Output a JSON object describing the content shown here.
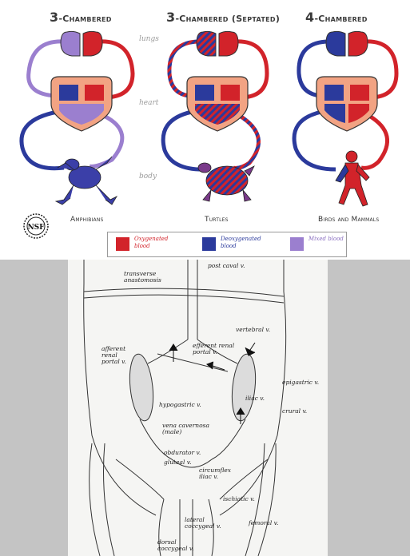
{
  "top_diagram": {
    "columns": [
      {
        "number": "3",
        "title": "-Chambered",
        "caption": "Amphibians"
      },
      {
        "number": "3",
        "title": "-Chambered (Septated)",
        "caption": "Turtles"
      },
      {
        "number": "4",
        "title": "-Chambered",
        "caption": "Birds and Mammals"
      }
    ],
    "row_labels": {
      "lungs": "lungs",
      "heart": "heart",
      "body": "body"
    },
    "logo_text": "NSF",
    "legend": [
      {
        "label": "Oxygenated blood",
        "color": "#d2232a"
      },
      {
        "label": "Deoxygenated blood",
        "color": "#2b3a9c"
      },
      {
        "label": "Mixed blood",
        "color": "#9b7fcf"
      }
    ]
  },
  "bottom_diagram": {
    "labels": {
      "post_caval": "post caval v.",
      "transverse": "transverse\nanastomosis",
      "vertebral": "vertebral v.",
      "efferent_renal": "efferent renal\nportal v.",
      "afferent_renal": "afferent\nrenal\nportal v.",
      "epigastric": "epigastric v.",
      "hypogastric": "hypogastric v.",
      "iliac": "iliac v.",
      "crural": "crural v.",
      "vena_cavernosa": "vena cavernosa\n(male)",
      "obdurator": "obdurator v.",
      "gluteal": "gluteal v.",
      "circumflex": "circumflex\niliac v.",
      "ischiatic": "ischiatic v.",
      "lateral_coccygeal": "lateral\ncoccygeal v.",
      "femoral": "femoral v.",
      "dorsal_coccygeal": "dorsal\ncoccygeal v."
    }
  }
}
